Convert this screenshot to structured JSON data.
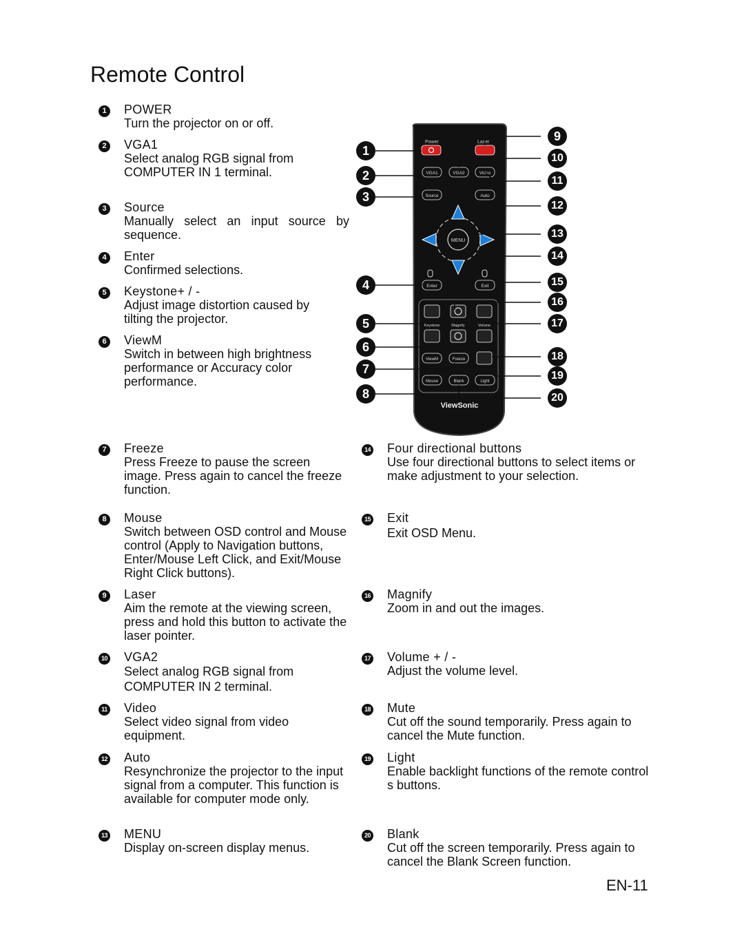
{
  "title": "Remote Control",
  "footer": "EN-11",
  "items": [
    {
      "num": "1",
      "name": "POWER",
      "desc": "Turn the projector on or off."
    },
    {
      "num": "2",
      "name": "VGA1",
      "desc": "Select analog RGB signal from COMPUTER IN 1 terminal."
    },
    {
      "num": "3",
      "name": "Source",
      "desc": "Manually select an input source by sequence."
    },
    {
      "num": "4",
      "name": "Enter",
      "desc": "Confirmed selections."
    },
    {
      "num": "5",
      "name": "Keystone+ / -",
      "desc": "Adjust image distortion caused by tilting the projector."
    },
    {
      "num": "6",
      "name": "ViewM",
      "desc": "Switch in between high brightness performance or Accuracy color performance."
    },
    {
      "num": "7",
      "name": "Freeze",
      "desc": "Press  Freeze  to pause the screen image. Press again to cancel the freeze function."
    },
    {
      "num": "8",
      "name": "Mouse",
      "desc": "Switch between OSD control and Mouse control (Apply to Navigation buttons, Enter/Mouse Left Click, and Exit/Mouse Right Click buttons)."
    },
    {
      "num": "9",
      "name": "Laser",
      "desc": "Aim the remote at the viewing screen, press and hold this button to activate the laser pointer."
    },
    {
      "num": "10",
      "name": "VGA2",
      "desc": "Select analog RGB signal from COMPUTER IN 2 terminal."
    },
    {
      "num": "11",
      "name": "Video",
      "desc": "Select video signal from video equipment."
    },
    {
      "num": "12",
      "name": "Auto",
      "desc": "Resynchronize the projector to the input signal from a computer. This function is available for computer mode only."
    },
    {
      "num": "13",
      "name": "MENU",
      "desc": "Display on-screen display menus."
    },
    {
      "num": "14",
      "name": "Four directional buttons",
      "desc": "Use four directional buttons to select items or make adjustment to your selection."
    },
    {
      "num": "15",
      "name": "Exit",
      "desc": "Exit OSD Menu."
    },
    {
      "num": "16",
      "name": "Magnify",
      "desc": "Zoom in and out the images."
    },
    {
      "num": "17",
      "name": "Volume + / -",
      "desc": "Adjust the volume level."
    },
    {
      "num": "18",
      "name": "Mute",
      "desc": "Cut off the sound temporarily. Press again to cancel the Mute function."
    },
    {
      "num": "19",
      "name": "Light",
      "desc": "Enable backlight functions of the remote control s buttons."
    },
    {
      "num": "20",
      "name": "Blank",
      "desc": "Cut off the screen temporarily. Press again to cancel the Blank Screen function."
    }
  ],
  "remote": {
    "brand": "ViewSonic",
    "buttons": {
      "power": "Power",
      "laser": "Laser",
      "vga1": "VGA1",
      "vga2": "VGA2",
      "video": "Video",
      "source": "Source",
      "auto": "Auto",
      "menu": "MENU",
      "enter": "Enter",
      "exit": "Exit",
      "keystone": "Keystone",
      "magnify": "Magnify",
      "volume": "Volume",
      "viewm": "ViewM",
      "freeze": "Freeze",
      "mouse": "Mouse",
      "blank": "Blank",
      "light": "Light"
    },
    "callouts_left": [
      "1",
      "2",
      "3",
      "4",
      "5",
      "6",
      "7",
      "8"
    ],
    "callouts_right": [
      "9",
      "10",
      "11",
      "12",
      "13",
      "14",
      "15",
      "16",
      "17",
      "18",
      "19",
      "20"
    ]
  },
  "colors": {
    "remote_body": "#111111",
    "power_button": "#d42020",
    "arrow_blue": "#1e7fd8",
    "text": "#111111"
  }
}
